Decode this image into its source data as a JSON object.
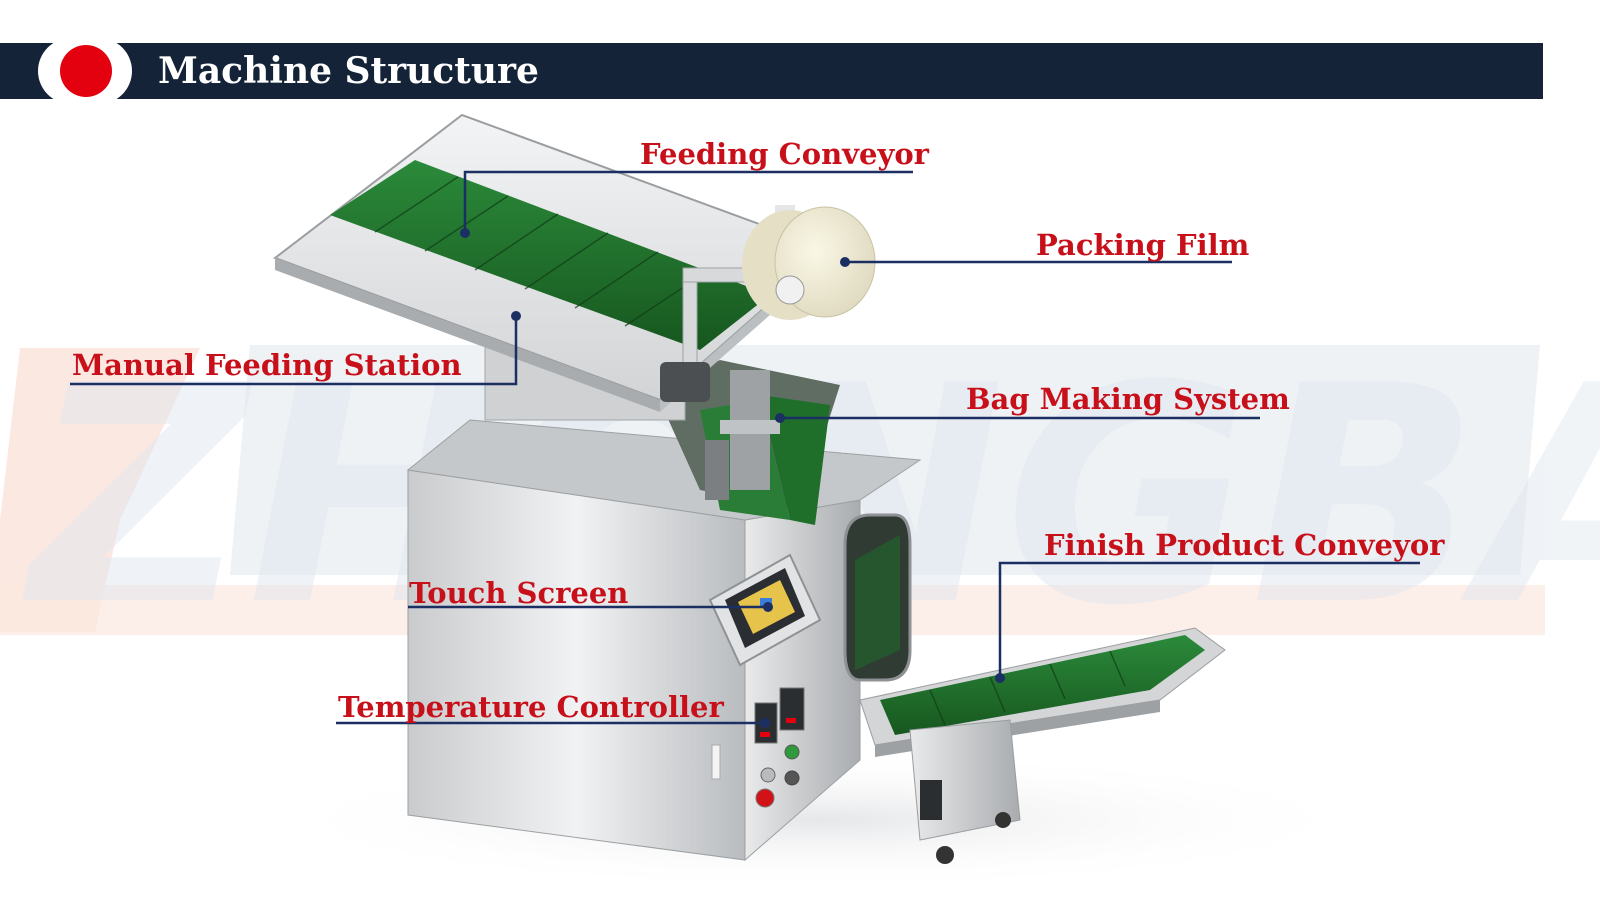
{
  "header": {
    "title": "Machine Structure"
  },
  "labels": {
    "feeding_conveyor": "Feeding Conveyor",
    "packing_film": "Packing Film",
    "manual_feeding_station": "Manual Feeding Station",
    "bag_making_system": "Bag Making System",
    "finish_product_conveyor": "Finish Product Conveyor",
    "touch_screen": "Touch Screen",
    "temperature_controller": "Temperature Controller"
  },
  "watermark": {
    "text": "ZHONGBAI"
  },
  "colors": {
    "header_bg": "#142337",
    "accent_red": "#e3000f",
    "label_red": "#c8101a",
    "leader_navy": "#1b2f63",
    "belt_green": "#1f6e2a",
    "steel": "#d4d6d8"
  }
}
